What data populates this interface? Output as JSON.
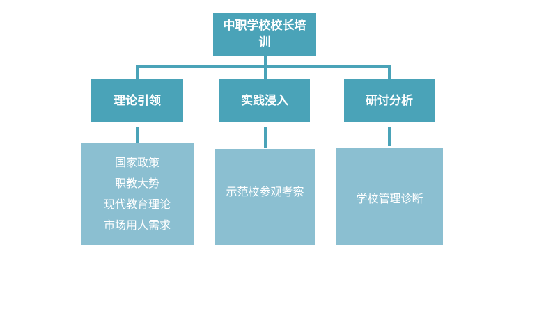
{
  "root": {
    "line1": "中职学校校长培",
    "line2": "训"
  },
  "branches": [
    {
      "title": "理论引领",
      "items": [
        "国家政策",
        "职教大势",
        "现代教育理论",
        "市场用人需求"
      ]
    },
    {
      "title": "实践浸入",
      "items": [
        "示范校参观考察"
      ]
    },
    {
      "title": "研讨分析",
      "items": [
        "学校管理诊断"
      ]
    }
  ],
  "colors": {
    "dark": "#4aa3b8",
    "light": "#8bbfd1",
    "text": "#ffffff"
  }
}
